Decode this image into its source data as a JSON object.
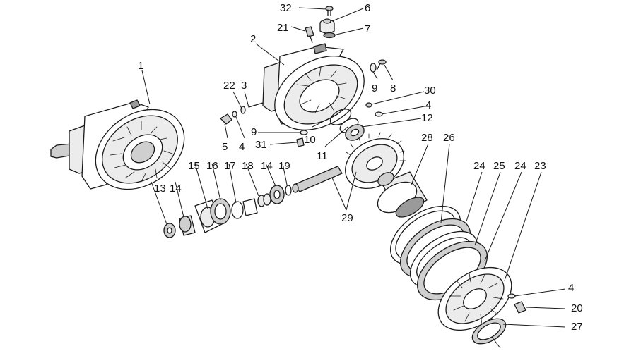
{
  "callouts": [
    "1",
    "2",
    "3",
    "4",
    "5",
    "6",
    "7",
    "8",
    "9",
    "10",
    "11",
    "12",
    "13",
    "14",
    "15",
    "16",
    "17",
    "18",
    "19",
    "20",
    "21",
    "22",
    "23",
    "24",
    "25",
    "26",
    "27",
    "28",
    "29",
    "30",
    "31",
    "32"
  ],
  "labels": {
    "c1": "1",
    "c2": "2",
    "c3": "3",
    "c4a": "4",
    "c4b": "4",
    "c4c": "4",
    "c5": "5",
    "c6": "6",
    "c7": "7",
    "c8": "8",
    "c9a": "9",
    "c9b": "9",
    "c10": "10",
    "c11": "11",
    "c12": "12",
    "c13": "13",
    "c14a": "14",
    "c14b": "14",
    "c15": "15",
    "c16": "16",
    "c17": "17",
    "c18": "18",
    "c19": "19",
    "c20": "20",
    "c21": "21",
    "c22": "22",
    "c23": "23",
    "c24a": "24",
    "c24b": "24",
    "c25": "25",
    "c26": "26",
    "c27": "27",
    "c28": "28",
    "c29": "29",
    "c30": "30",
    "c31": "31",
    "c32": "32"
  }
}
